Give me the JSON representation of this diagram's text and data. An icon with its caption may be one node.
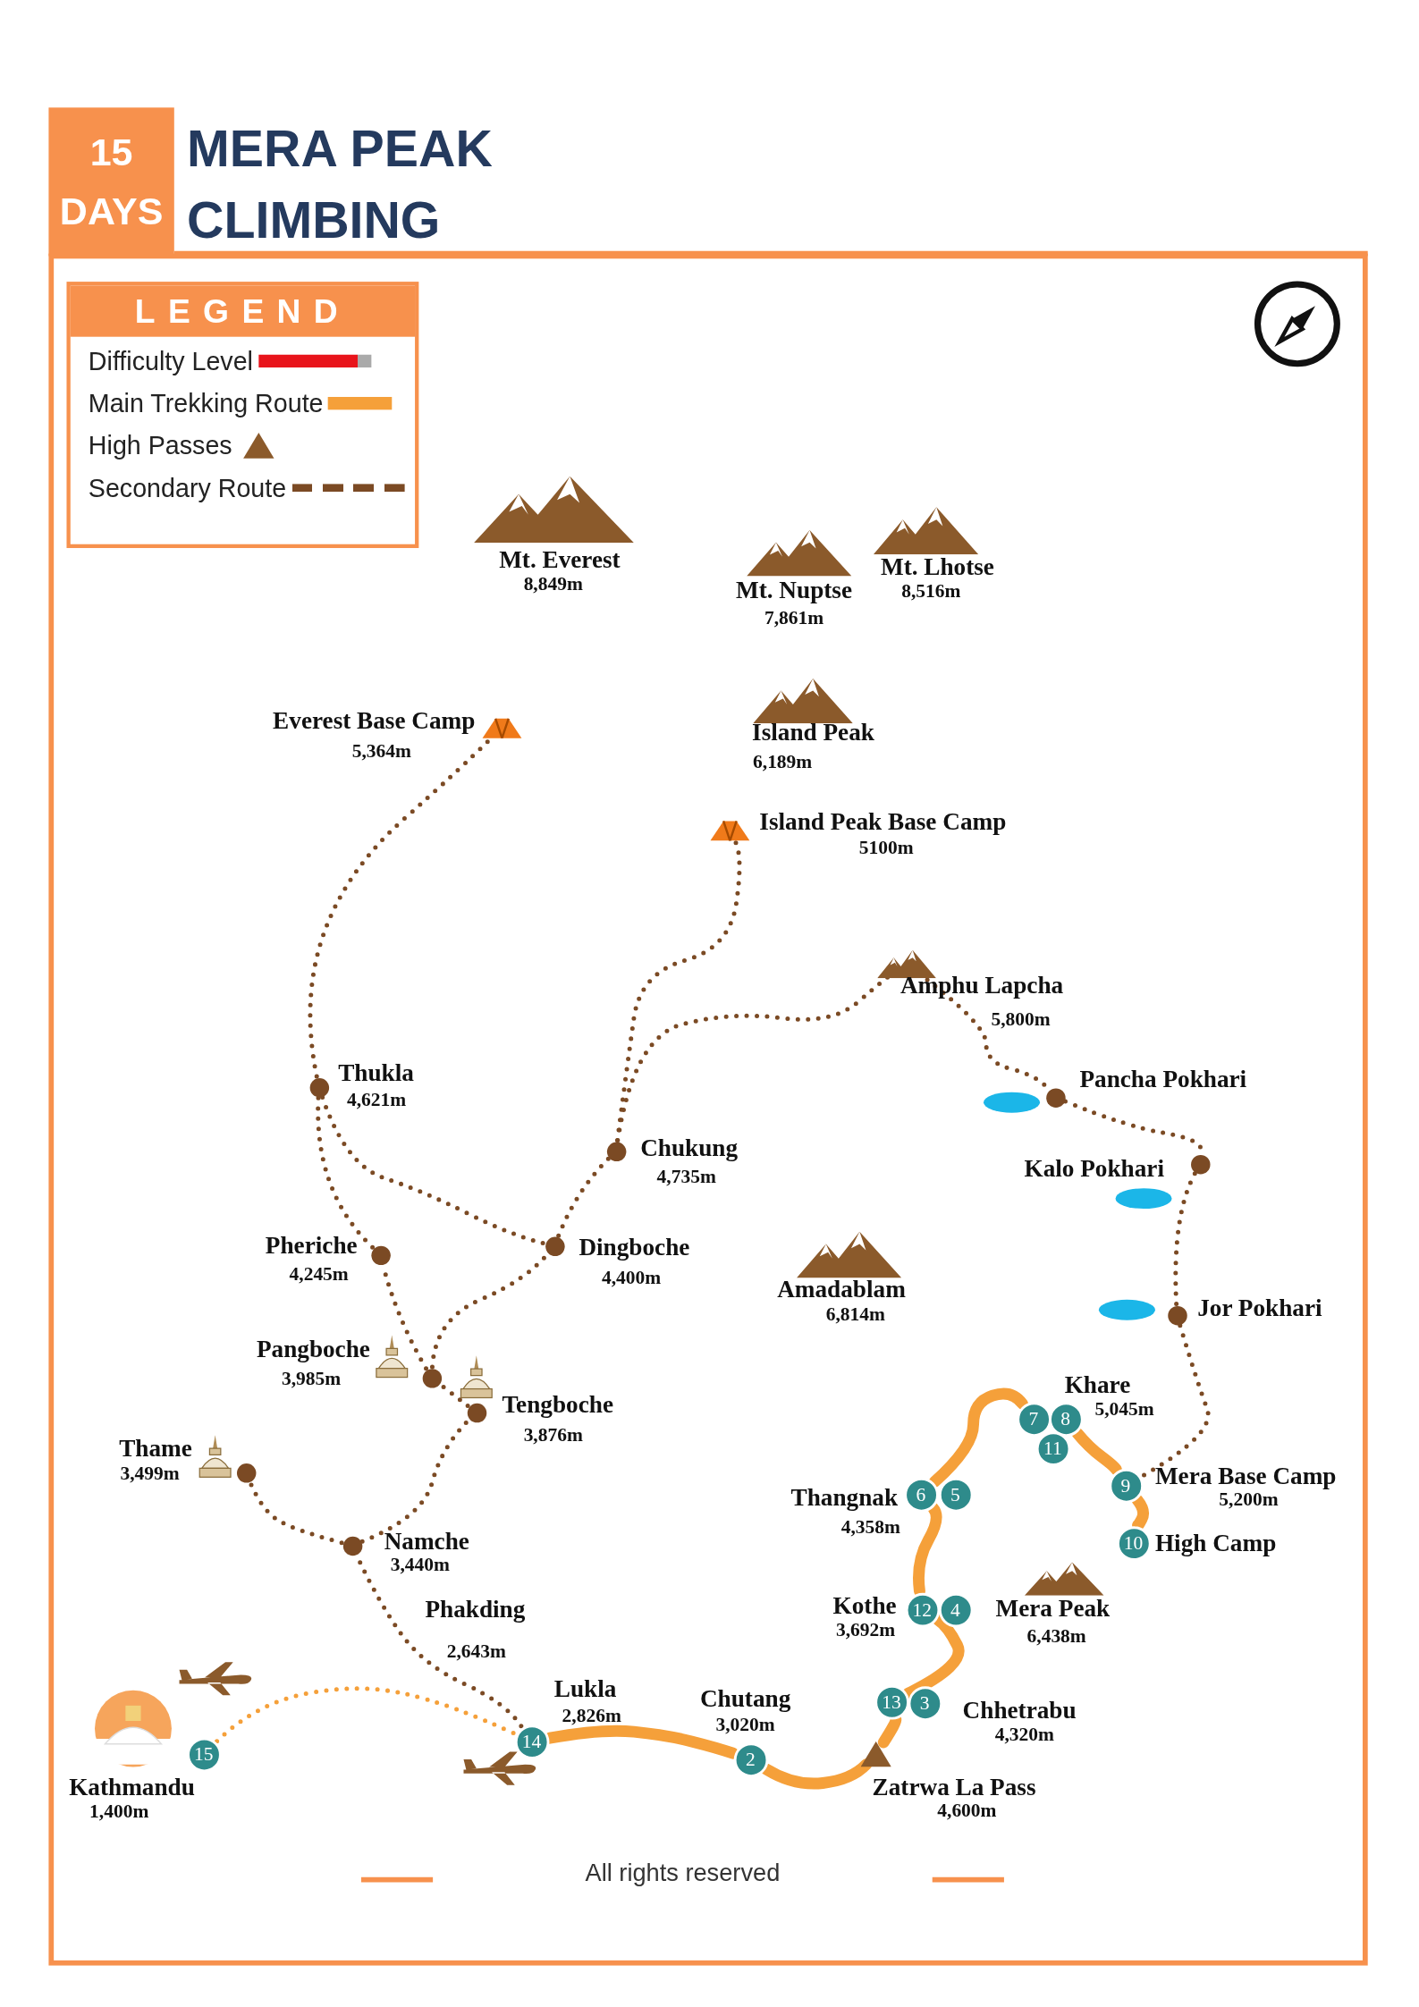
{
  "diagram": {
    "title": "MERA PEAK CLIMBING",
    "caption": "All rights reserved",
    "nodes": [
      {
        "text": [
          "15"
        ],
        "beside": [
          "Kathmandu",
          "1,400m"
        ]
      },
      {
        "text": [
          "14"
        ],
        "beside": [
          "Lukla",
          "2,826m"
        ]
      },
      {
        "text": [
          "2"
        ],
        "beside": [
          "Chutang",
          "3,020m"
        ]
      },
      {
        "text": [],
        "shape": "triangle",
        "beside": [
          "Zatrwa La Pass",
          "4,600m"
        ]
      },
      {
        "text": [
          "13"
        ]
      },
      {
        "text": [
          "3"
        ],
        "beside": [
          "Chhetrabu",
          "4,320m"
        ]
      },
      {
        "text": [
          "12"
        ],
        "beside": [
          "Kothe",
          "3,692m"
        ]
      },
      {
        "text": [
          "4"
        ]
      },
      {
        "text": [
          "6"
        ],
        "beside": [
          "Thangnak",
          "4,358m"
        ]
      },
      {
        "text": [
          "5"
        ]
      },
      {
        "text": [
          "7"
        ]
      },
      {
        "text": [
          "8"
        ],
        "beside": [
          "Khare",
          "5,045m"
        ]
      },
      {
        "text": [
          "11"
        ]
      },
      {
        "text": [
          "9"
        ],
        "beside": [
          "Mera Base Camp",
          "5,200m"
        ]
      },
      {
        "text": [
          "10"
        ],
        "beside": [
          "High Camp"
        ]
      },
      {
        "text": [],
        "shape": "circle",
        "beside": [
          "Jor Pokhari"
        ]
      },
      {
        "text": [],
        "shape": "circle",
        "beside": [
          "Kalo Pokhari"
        ]
      },
      {
        "text": [],
        "shape": "circle",
        "beside": [
          "Pancha Pokhari"
        ]
      },
      {
        "text": [],
        "shape": "picture",
        "beside": [
          "Amphu Lapcha",
          "5,800m"
        ]
      },
      {
        "text": [],
        "shape": "picture",
        "beside": [
          "Island Peak Base Camp",
          "5100m"
        ]
      },
      {
        "text": [],
        "shape": "circle",
        "beside": [
          "Chukung",
          "4,735m"
        ]
      },
      {
        "text": [],
        "shape": "circle",
        "beside": [
          "Dingboche",
          "4,400m"
        ]
      },
      {
        "text": [],
        "shape": "circle",
        "beside": [
          "Thukla",
          "4,621m"
        ]
      },
      {
        "text": [],
        "shape": "picture",
        "beside": [
          "Everest Base Camp",
          "5,364m"
        ]
      },
      {
        "text": [],
        "shape": "circle",
        "beside": [
          "Pheriche",
          "4,245m"
        ]
      },
      {
        "text": [],
        "shape": "circle",
        "beside": [
          "Pangboche",
          "3,985m"
        ]
      },
      {
        "text": [],
        "shape": "circle",
        "beside": [
          "Tengboche",
          "3,876m"
        ]
      },
      {
        "text": [],
        "shape": "circle",
        "beside": [
          "Thame",
          "3,499m"
        ]
      },
      {
        "text": [],
        "shape": "circle",
        "beside": [
          "Namche",
          "3,440m"
        ]
      }
    ],
    "edges": [
      {
        "from": 0,
        "to": 1,
        "arrow": "none",
        "style": "dashed",
        "color": "#f5a03a"
      },
      {
        "from": 1,
        "to": 2,
        "arrow": "none",
        "style": "thick",
        "color": "#f5a03a"
      },
      {
        "from": 2,
        "to": 3,
        "arrow": "none",
        "style": "thick",
        "color": "#f5a03a"
      },
      {
        "from": 3,
        "to": 4,
        "arrow": "none",
        "style": "thick",
        "color": "#f5a03a"
      },
      {
        "from": 4,
        "to": 6,
        "arrow": "none",
        "style": "thick",
        "color": "#f5a03a"
      },
      {
        "from": 6,
        "to": 8,
        "arrow": "none",
        "style": "thick",
        "color": "#f5a03a"
      },
      {
        "from": 8,
        "to": 10,
        "arrow": "none",
        "style": "thick",
        "color": "#f5a03a"
      },
      {
        "from": 11,
        "to": 13,
        "arrow": "none",
        "style": "thick",
        "color": "#f5a03a"
      },
      {
        "from": 13,
        "to": 14,
        "arrow": "none",
        "style": "thick",
        "color": "#f5a03a"
      },
      {
        "from": 1,
        "to": 28,
        "arrow": "none",
        "style": "dashed"
      },
      {
        "from": 28,
        "to": 27,
        "arrow": "none",
        "style": "dashed"
      },
      {
        "from": 28,
        "to": 26,
        "arrow": "none",
        "style": "dashed"
      },
      {
        "from": 26,
        "to": 25,
        "arrow": "none",
        "style": "dashed"
      },
      {
        "from": 25,
        "to": 24,
        "arrow": "none",
        "style": "dashed"
      },
      {
        "from": 25,
        "to": 21,
        "arrow": "none",
        "style": "dashed"
      },
      {
        "from": 24,
        "to": 22,
        "arrow": "none",
        "style": "dashed"
      },
      {
        "from": 22,
        "to": 21,
        "arrow": "none",
        "style": "dashed"
      },
      {
        "from": 22,
        "to": 23,
        "arrow": "none",
        "style": "dashed"
      },
      {
        "from": 21,
        "to": 20,
        "arrow": "none",
        "style": "dashed"
      },
      {
        "from": 20,
        "to": 19,
        "arrow": "none",
        "style": "dashed"
      },
      {
        "from": 20,
        "to": 18,
        "arrow": "none",
        "style": "dashed"
      },
      {
        "from": 18,
        "to": 17,
        "arrow": "none",
        "style": "dashed"
      },
      {
        "from": 17,
        "to": 16,
        "arrow": "none",
        "style": "dashed"
      },
      {
        "from": 16,
        "to": 15,
        "arrow": "none",
        "style": "dashed"
      },
      {
        "from": 15,
        "to": 13,
        "arrow": "none",
        "style": "dashed"
      }
    ],
    "labels": [
      "15 DAYS",
      "LEGEND",
      "Mt. Everest",
      "8,849m",
      "Mt. Nuptse",
      "7,861m",
      "Mt. Lhotse",
      "8,516m",
      "Island Peak",
      "6,189m",
      "Amadablam",
      "6,814m",
      "Phakding",
      "2,643m",
      "Mera Peak",
      "6,438m"
    ],
    "legend": [
      {
        "text": "Difficulty Level"
      },
      {
        "text": "Main Trekking Route"
      },
      {
        "text": "High Passes"
      },
      {
        "text": "Secondary Route"
      }
    ]
  }
}
